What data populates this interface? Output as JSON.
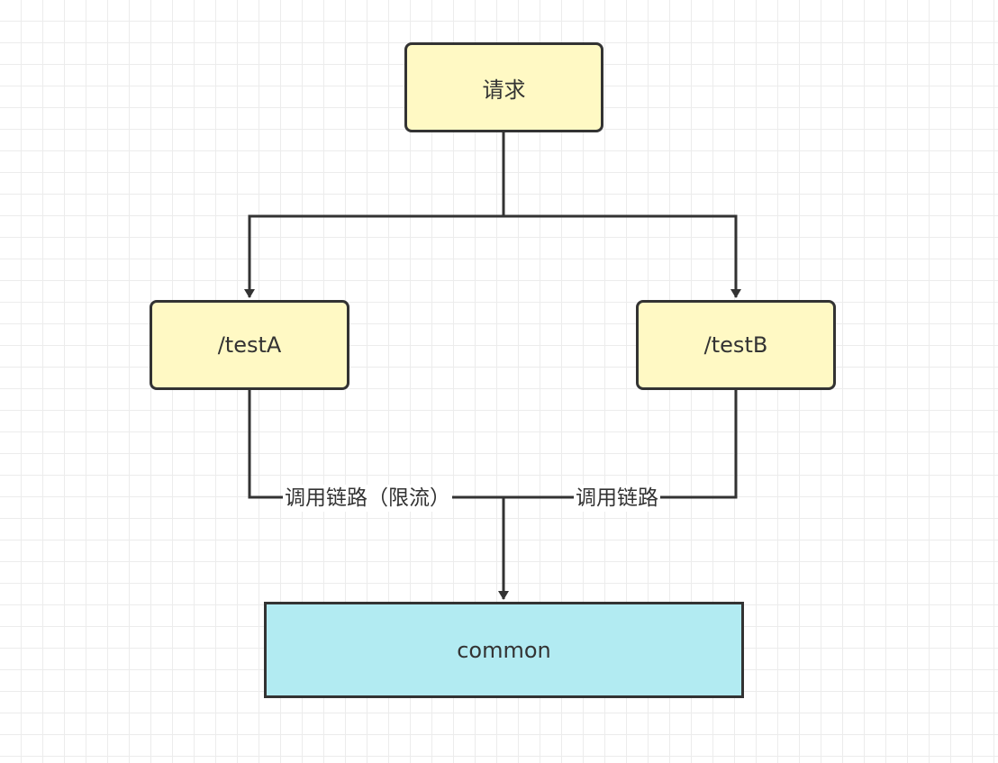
{
  "nodes": {
    "request": "请求",
    "test_a": "/testA",
    "test_b": "/testB",
    "common": "common"
  },
  "edges": {
    "label_a": "调用链路（限流）",
    "label_b": "调用链路"
  },
  "colors": {
    "yellow_fill": "#fff9c4",
    "cyan_fill": "#b2ebf2",
    "stroke": "#333333"
  }
}
